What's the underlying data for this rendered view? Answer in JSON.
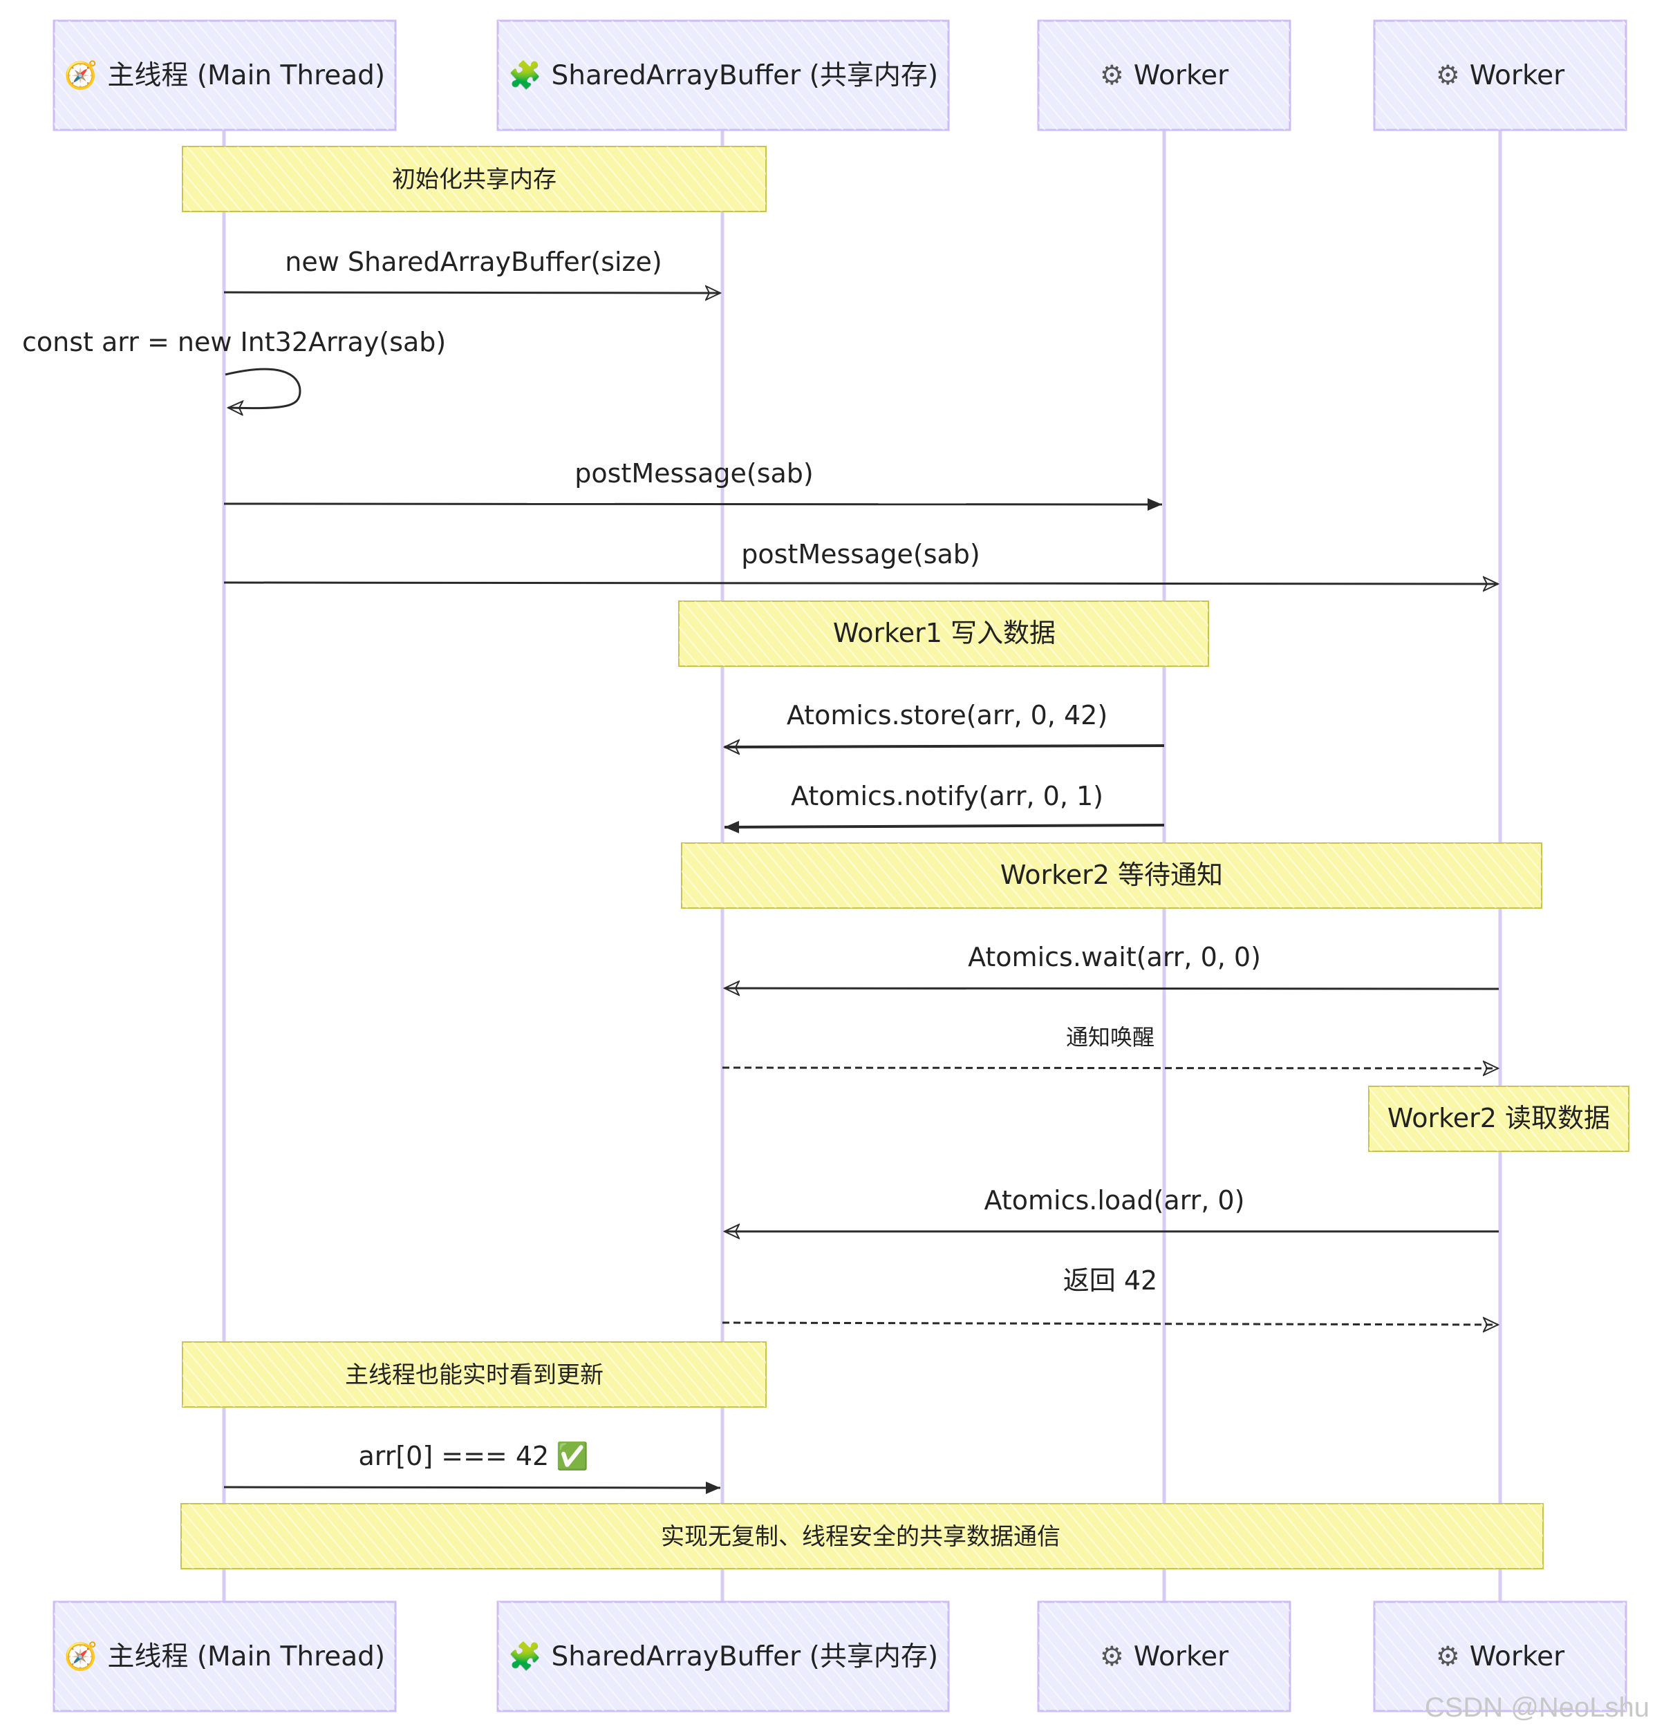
{
  "colors": {
    "actor_fill": "#ececff",
    "actor_stroke": "#cdbdf2",
    "lifeline": "#d9ccf3",
    "note_fill": "#fbf7a8",
    "note_stroke": "#c8c34a",
    "arrow": "#2a2a2a"
  },
  "icons": {
    "main": "compass-icon",
    "sab": "puzzle-piece-icon",
    "worker": "gear-icon",
    "check": "check-mark-button-icon"
  },
  "participants": [
    {
      "id": "main",
      "icon": "🧭",
      "label": "主线程 (Main Thread)"
    },
    {
      "id": "sab",
      "icon": "🧩",
      "label": "SharedArrayBuffer (共享内存)"
    },
    {
      "id": "w1",
      "icon": "⚙",
      "label": "Worker"
    },
    {
      "id": "w2",
      "icon": "⚙",
      "label": "Worker"
    }
  ],
  "notes": {
    "init": "初始化共享内存",
    "w1_write": "Worker1 写入数据",
    "w2_wait": "Worker2 等待通知",
    "w2_read": "Worker2 读取数据",
    "main_update": "主线程也能实时看到更新",
    "summary": "实现无复制、线程安全的共享数据通信"
  },
  "messages": {
    "new_sab": "new SharedArrayBuffer(size)",
    "int32": "const arr = new Int32Array(sab)",
    "post1": "postMessage(sab)",
    "post2": "postMessage(sab)",
    "store": "Atomics.store(arr, 0, 42)",
    "notify": "Atomics.notify(arr, 0, 1)",
    "wait": "Atomics.wait(arr, 0, 0)",
    "wake": "通知唤醒",
    "load": "Atomics.load(arr, 0)",
    "ret": "返回 42",
    "check_text": "arr[0] === 42",
    "check_icon": "✅"
  },
  "watermark": "CSDN @NeoLshu"
}
